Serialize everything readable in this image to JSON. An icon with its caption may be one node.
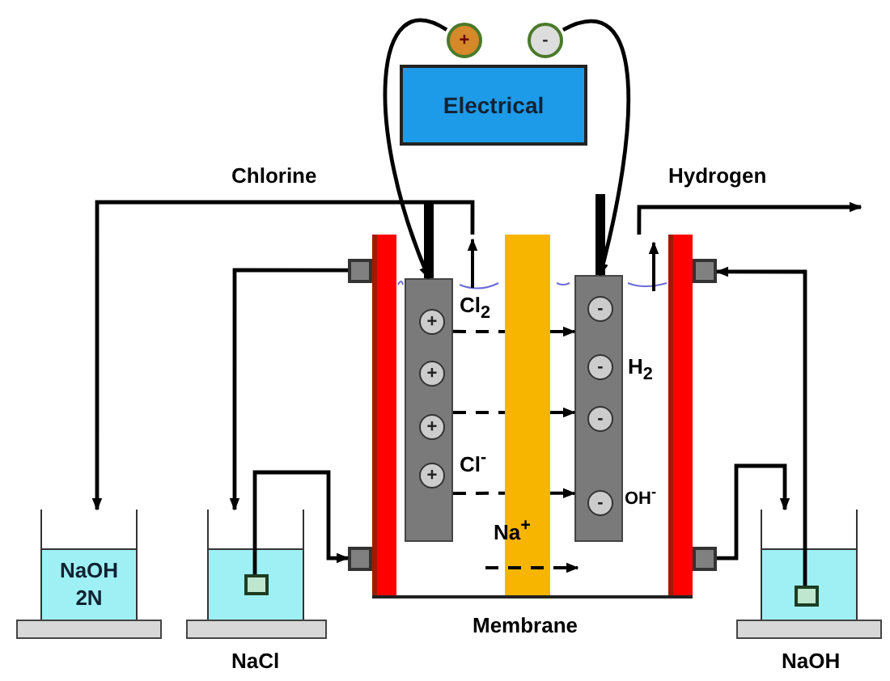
{
  "diagram": {
    "nodes": [
      {
        "text": [
          "Electrical"
        ]
      },
      {
        "text": [
          "+"
        ]
      },
      {
        "text": [
          "-"
        ]
      },
      {
        "text": [],
        "shape": "box"
      },
      {
        "text": [
          "Membrane"
        ],
        "in": 3
      },
      {
        "text": [],
        "shape": "bar",
        "in": 3
      },
      {
        "text": [
          "+"
        ],
        "in": 5
      },
      {
        "text": [
          "+"
        ],
        "in": 5
      },
      {
        "text": [
          "+"
        ],
        "in": 5
      },
      {
        "text": [
          "+"
        ],
        "in": 5
      },
      {
        "text": [],
        "shape": "bar",
        "in": 3
      },
      {
        "text": [
          "-"
        ],
        "in": 10
      },
      {
        "text": [
          "-"
        ],
        "in": 10
      },
      {
        "text": [
          "-"
        ],
        "in": 10
      },
      {
        "text": [
          "-"
        ],
        "in": 10,
        "beside": [
          "OH$^{-}$"
        ]
      },
      {
        "text": [],
        "shape": "box"
      },
      {
        "text": [],
        "shape": "box"
      },
      {
        "text": [],
        "shape": "box"
      },
      {
        "text": [],
        "shape": "box"
      },
      {
        "text": [
          "NaOH 2N"
        ]
      },
      {
        "text": [
          "NaCl"
        ]
      },
      {
        "text": [],
        "shape": "box",
        "in": 20
      },
      {
        "text": [
          "NaOH"
        ]
      },
      {
        "text": [],
        "shape": "box",
        "in": 22
      }
    ],
    "edges": [
      {
        "from": 1,
        "to": 5,
        "arrow": "to"
      },
      {
        "from": 2,
        "to": 10,
        "arrow": "to"
      },
      {
        "from": 3,
        "to": 19,
        "arrow": "to"
      },
      {
        "from": 3,
        "to": null,
        "arrow": "to"
      },
      {
        "from": 15,
        "to": 20,
        "arrow": "to"
      },
      {
        "from": 21,
        "to": 16,
        "arrow": "to"
      },
      {
        "from": 18,
        "to": 22,
        "arrow": "to"
      },
      {
        "from": 23,
        "to": 17,
        "arrow": "to"
      },
      {
        "from": 5,
        "to": 4,
        "arrow": "none",
        "style": "dashed"
      },
      {
        "from": 4,
        "to": 10,
        "arrow": "to",
        "style": "dashed"
      },
      {
        "from": 5,
        "to": 4,
        "arrow": "none",
        "style": "dashed"
      },
      {
        "from": 4,
        "to": 10,
        "arrow": "to",
        "style": "dashed"
      },
      {
        "from": 5,
        "to": 4,
        "arrow": "none",
        "style": "dashed"
      },
      {
        "from": 4,
        "to": 10,
        "arrow": "to",
        "style": "dashed"
      }
    ],
    "labels": [
      "Chlorine",
      "Hydrogen",
      "Cl$_{2}$",
      "H$_{2}$",
      "Cl$^{-}$",
      "Na$^{+}$"
    ]
  }
}
